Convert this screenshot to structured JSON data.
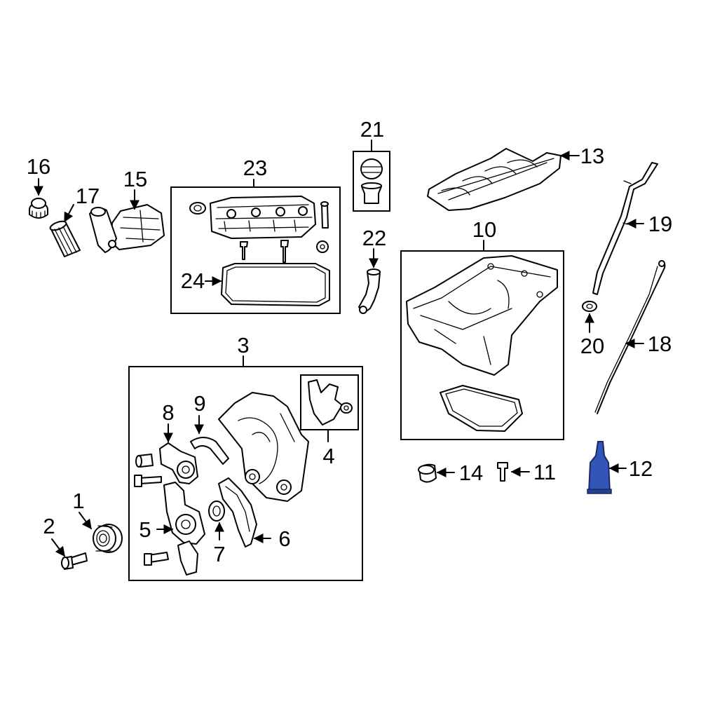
{
  "diagram": {
    "callouts": [
      {
        "id": "1",
        "label": "1"
      },
      {
        "id": "2",
        "label": "2"
      },
      {
        "id": "3",
        "label": "3"
      },
      {
        "id": "4",
        "label": "4"
      },
      {
        "id": "5",
        "label": "5"
      },
      {
        "id": "6",
        "label": "6"
      },
      {
        "id": "7",
        "label": "7"
      },
      {
        "id": "8",
        "label": "8"
      },
      {
        "id": "9",
        "label": "9"
      },
      {
        "id": "10",
        "label": "10"
      },
      {
        "id": "11",
        "label": "11"
      },
      {
        "id": "12",
        "label": "12"
      },
      {
        "id": "13",
        "label": "13"
      },
      {
        "id": "14",
        "label": "14"
      },
      {
        "id": "15",
        "label": "15"
      },
      {
        "id": "16",
        "label": "16"
      },
      {
        "id": "17",
        "label": "17"
      },
      {
        "id": "18",
        "label": "18"
      },
      {
        "id": "19",
        "label": "19"
      },
      {
        "id": "20",
        "label": "20"
      },
      {
        "id": "21",
        "label": "21"
      },
      {
        "id": "22",
        "label": "22"
      },
      {
        "id": "23",
        "label": "23"
      },
      {
        "id": "24",
        "label": "24"
      }
    ],
    "highlight_part": "12",
    "highlight_color": "#3355b8",
    "line_color": "#000000",
    "background": "#ffffff"
  }
}
